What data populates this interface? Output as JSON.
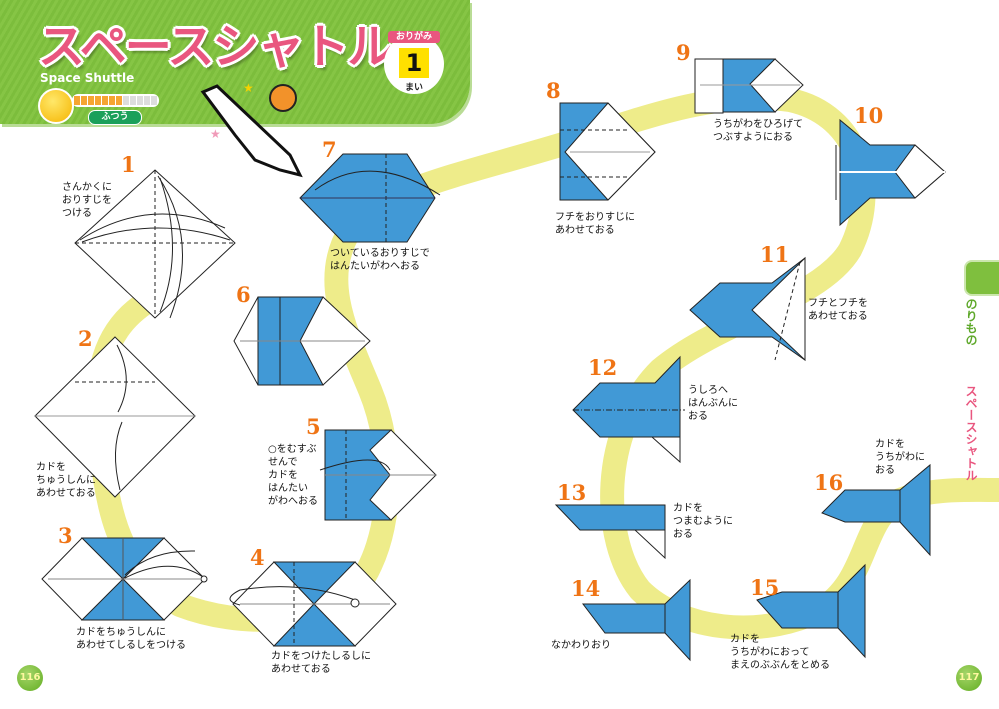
{
  "header": {
    "title": "スペースシャトル",
    "subtitle": "Space Shuttle",
    "difficulty": {
      "label": "ふつう",
      "filled_segments": 7,
      "total_segments": 12
    },
    "paper_badge": {
      "ribbon": "おりがみ",
      "count": "1",
      "unit": "まい"
    }
  },
  "steps": [
    {
      "number": "1",
      "text": "さんかくに\nおりすじを\nつける"
    },
    {
      "number": "2",
      "text": "カドを\nちゅうしんに\nあわせておる"
    },
    {
      "number": "3",
      "text": "カドをちゅうしんに\nあわせてしるしをつける"
    },
    {
      "number": "4",
      "text": "カドをつけたしるしに\nあわせておる"
    },
    {
      "number": "5",
      "text": "○をむすぶ\nせんで\nカドを\nはんたい\nがわへおる"
    },
    {
      "number": "6",
      "text": ""
    },
    {
      "number": "7",
      "text": "ついているおりすじで\nはんたいがわへおる"
    },
    {
      "number": "8",
      "text": "フチをおりすじに\nあわせておる"
    },
    {
      "number": "9",
      "text": "うちがわをひろげて\nつぶすようにおる"
    },
    {
      "number": "10",
      "text": ""
    },
    {
      "number": "11",
      "text": "フチとフチを\nあわせておる"
    },
    {
      "number": "12",
      "text": "うしろへ\nはんぶんに\nおる"
    },
    {
      "number": "13",
      "text": "カドを\nつまむように\nおる"
    },
    {
      "number": "14",
      "text": "なかわりおり"
    },
    {
      "number": "15",
      "text": "カドを\nうちがわにおって\nまえのぶぶんをとめる"
    },
    {
      "number": "16",
      "text": "カドを\nうちがわに\nおる"
    }
  ],
  "side_tab": {
    "category": "のりもの",
    "title": "スペースシャトル"
  },
  "pages": {
    "left": "116",
    "right": "117"
  },
  "colors": {
    "paper_blue": "#4199d6",
    "path_yellow": "#eeec8a",
    "header_green": "#7fbf3e",
    "title_pink": "#e9567f",
    "step_orange": "#ef7415"
  }
}
